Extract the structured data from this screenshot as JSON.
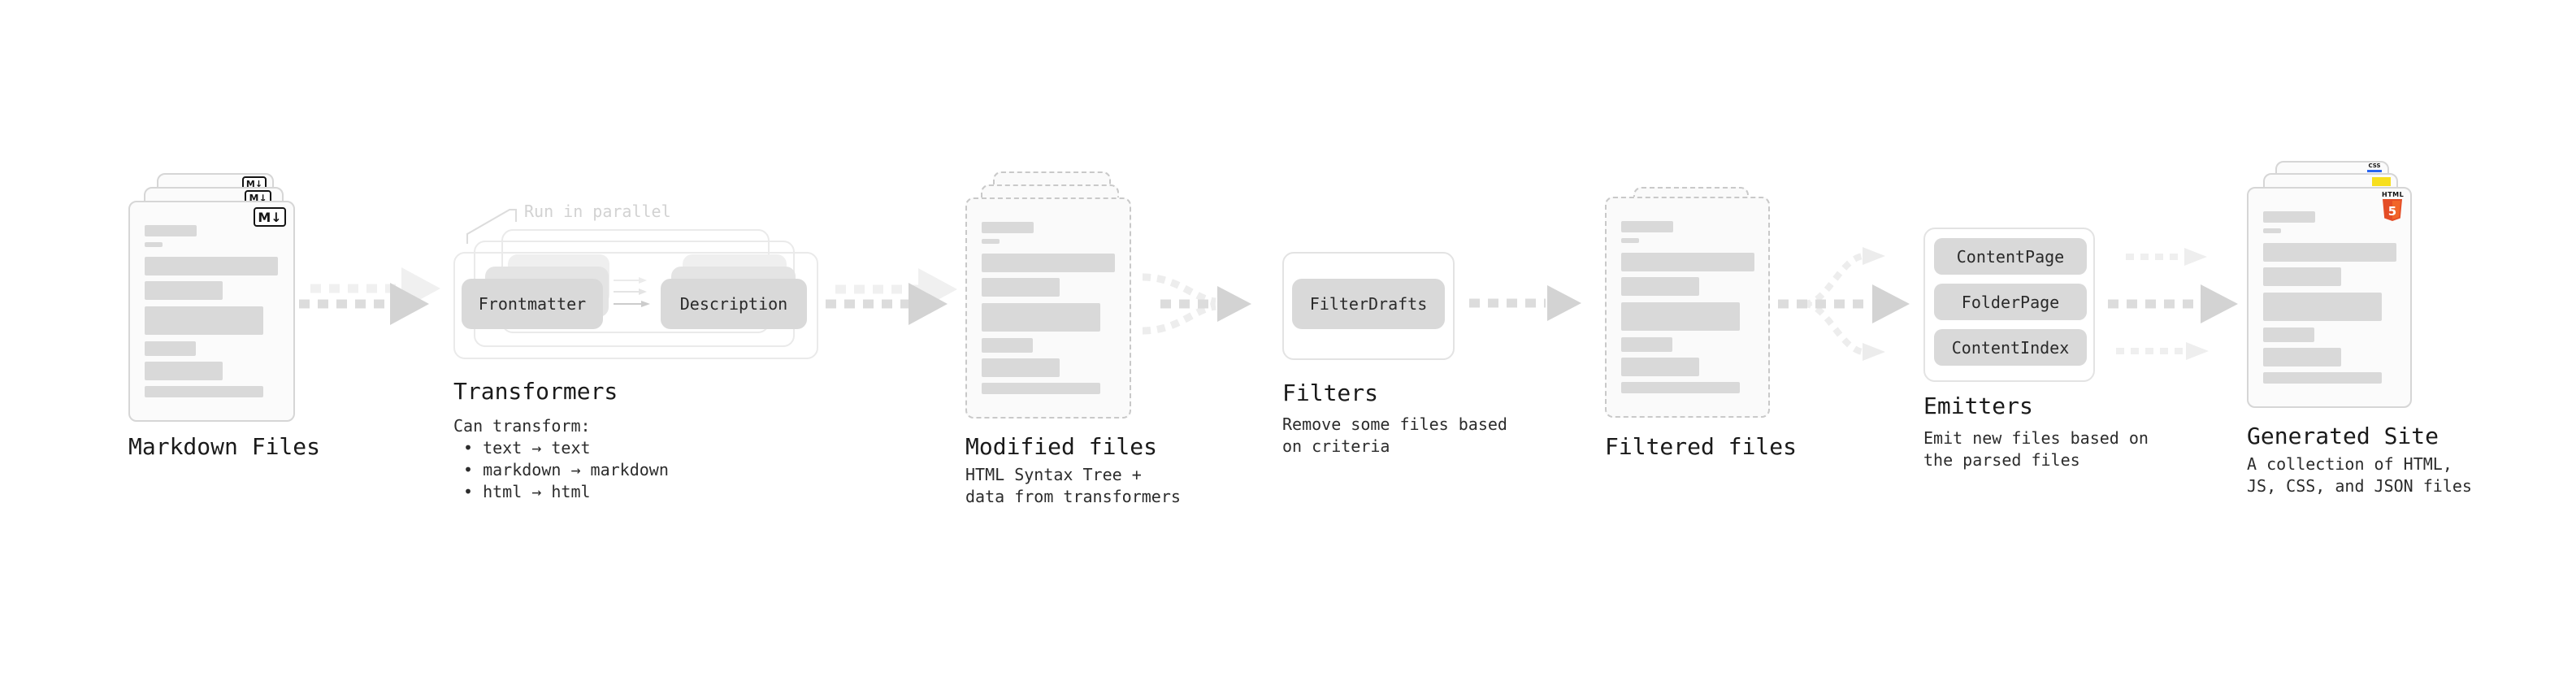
{
  "diagram": {
    "stages": {
      "markdown": {
        "label": "Markdown Files",
        "file_icon_text": "M↓"
      },
      "transformers": {
        "label": "Transformers",
        "annotation": "Run in parallel",
        "pill_frontmatter": "Frontmatter",
        "pill_description": "Description",
        "sub_heading": "Can transform:",
        "bullets": [
          "• text → text",
          "• markdown → markdown",
          "• html → html"
        ]
      },
      "modified": {
        "label": "Modified files",
        "sub": [
          "HTML Syntax Tree +",
          "data from transformers"
        ]
      },
      "filters": {
        "label": "Filters",
        "pill": "FilterDrafts",
        "sub": [
          "Remove some files based",
          "on criteria"
        ]
      },
      "filtered": {
        "label": "Filtered files"
      },
      "emitters": {
        "label": "Emitters",
        "pills": [
          "ContentPage",
          "FolderPage",
          "ContentIndex"
        ],
        "sub": [
          "Emit new files based on",
          "the parsed files"
        ]
      },
      "generated": {
        "label": "Generated Site",
        "sub": [
          "A collection of HTML,",
          "JS, CSS, and JSON files"
        ],
        "css_badge_text": "CSS",
        "html_badge_text": "HTML",
        "html5_number": "5"
      }
    },
    "colors": {
      "bar_gray": "#d9d9d9",
      "arrow_gray": "#d3d3d3",
      "html5_orange": "#e44d26",
      "js_yellow": "#f7df1e",
      "css_blue": "#2965f1"
    }
  }
}
